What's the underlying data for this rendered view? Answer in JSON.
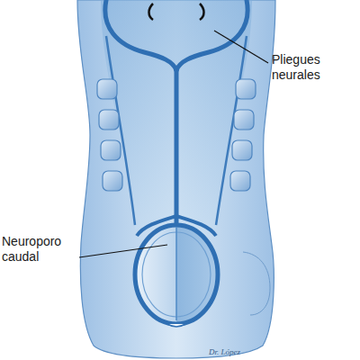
{
  "diagram": {
    "labels": [
      "Pliegues neurales",
      "Neuroporo caudal",
      "Dr. López"
    ]
  }
}
